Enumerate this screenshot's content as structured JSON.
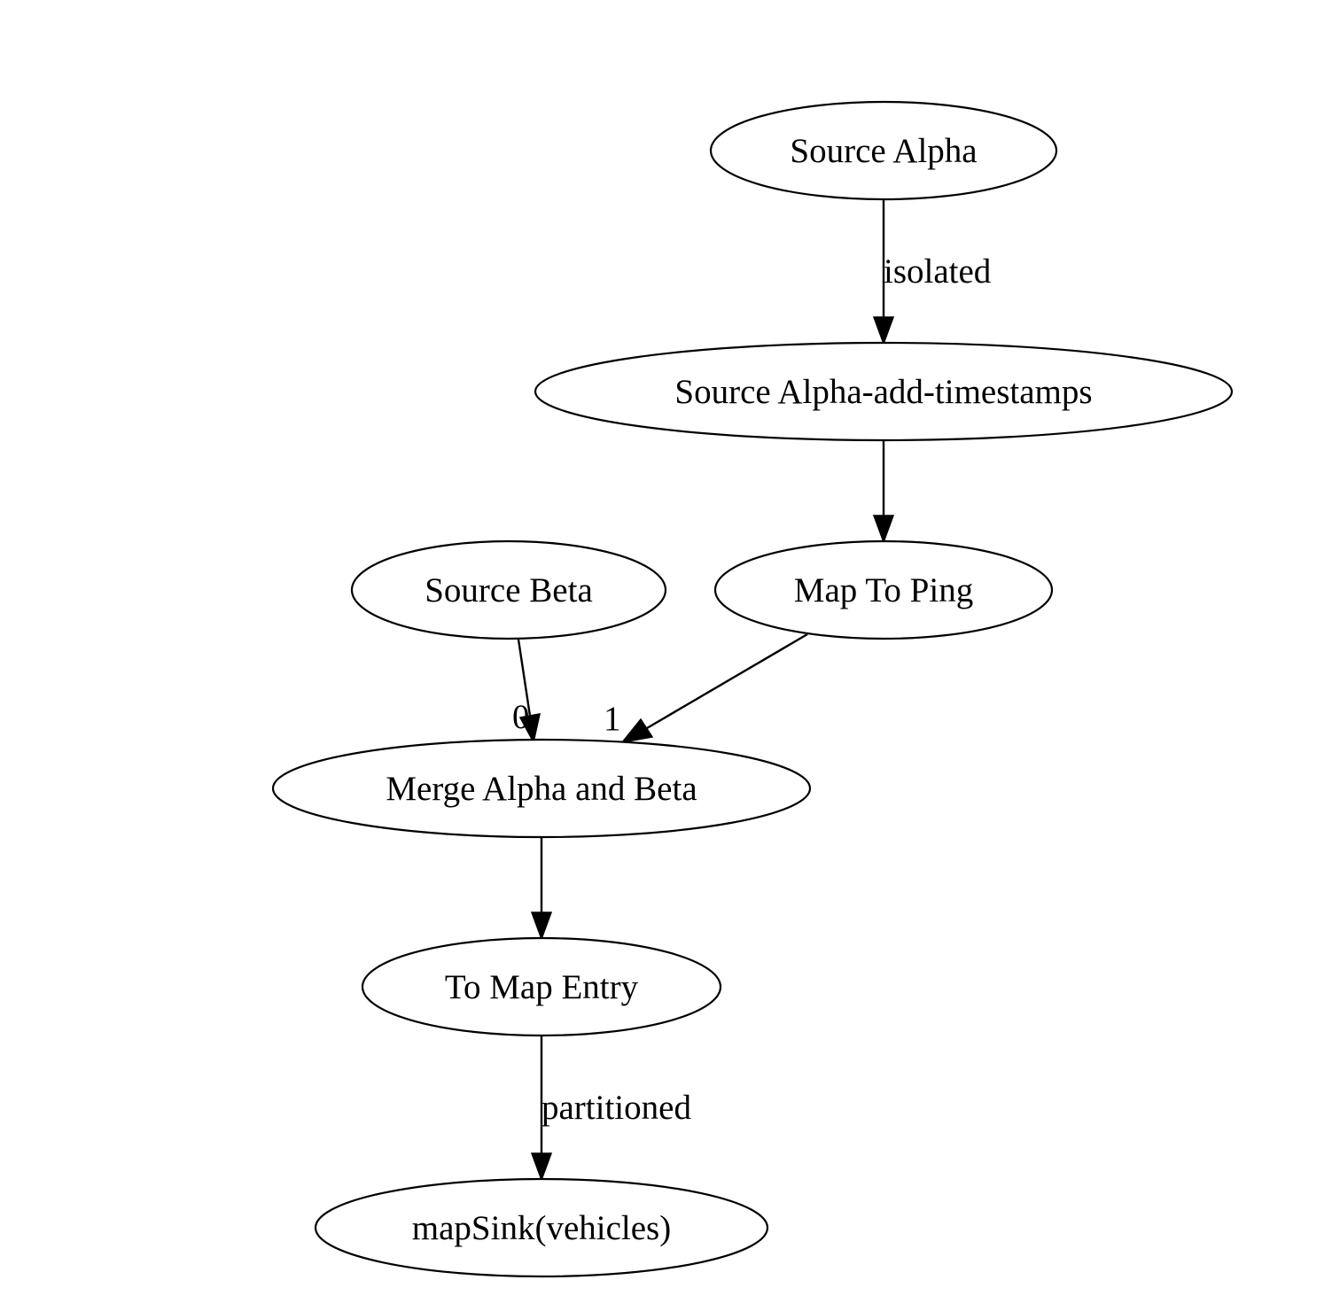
{
  "nodes": {
    "source_alpha": {
      "label": "Source Alpha"
    },
    "source_alpha_add_timestamps": {
      "label": "Source Alpha-add-timestamps"
    },
    "source_beta": {
      "label": "Source Beta"
    },
    "map_to_ping": {
      "label": "Map To Ping"
    },
    "merge_alpha_and_beta": {
      "label": "Merge Alpha and Beta"
    },
    "to_map_entry": {
      "label": "To Map Entry"
    },
    "map_sink_vehicles": {
      "label": "mapSink(vehicles)"
    }
  },
  "edges": {
    "alpha_to_timestamps": {
      "from": "source_alpha",
      "to": "source_alpha_add_timestamps",
      "label": "isolated"
    },
    "timestamps_to_ping": {
      "from": "source_alpha_add_timestamps",
      "to": "map_to_ping",
      "label": ""
    },
    "beta_to_merge": {
      "from": "source_beta",
      "to": "merge_alpha_and_beta",
      "label": "0"
    },
    "ping_to_merge": {
      "from": "map_to_ping",
      "to": "merge_alpha_and_beta",
      "label": "1"
    },
    "merge_to_entry": {
      "from": "merge_alpha_and_beta",
      "to": "to_map_entry",
      "label": ""
    },
    "entry_to_sink": {
      "from": "to_map_entry",
      "to": "map_sink_vehicles",
      "label": "partitioned"
    }
  },
  "colors": {
    "stroke": "#000000",
    "background": "#ffffff",
    "text": "#000000"
  }
}
